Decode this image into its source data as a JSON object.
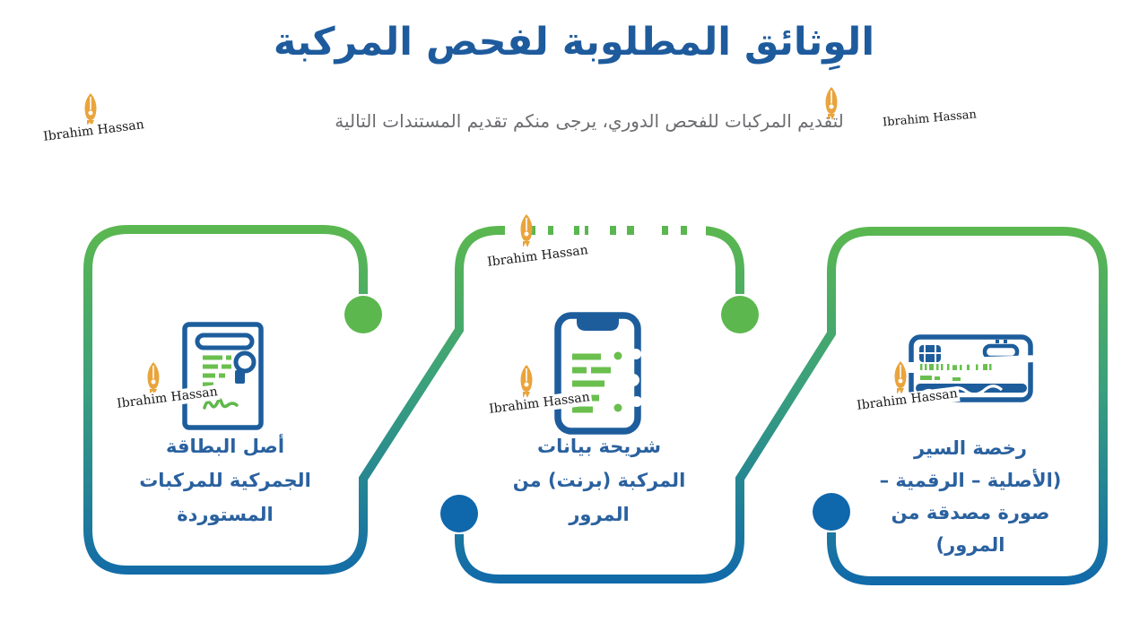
{
  "header": {
    "title": "الوِثائق المطلوبة لفحص المركبة",
    "subtitle": "لتقديم المركبات للفحص الدوري، يرجى منكم تقديم المستندات التالية"
  },
  "watermark": {
    "name": "Ibrahim Hassan"
  },
  "colors": {
    "title_blue": "#1e5b9d",
    "subtitle_gray": "#6c6d70",
    "border_green": "#5cb84e",
    "border_blue": "#0f67ac",
    "icon_blue": "#1d5d9c",
    "icon_green": "#6abf4e",
    "label_blue": "#2a619f",
    "pen_orange": "#e9a43c"
  },
  "cards": [
    {
      "icon": "customs-document-stamp-icon",
      "lines": [
        "أصل البطاقة",
        "الجمركية للمركبات",
        "المستوردة"
      ]
    },
    {
      "icon": "vehicle-data-chip-phone-icon",
      "lines": [
        "شريحة بيانات",
        "المركبة (برنت) من",
        "المرور"
      ]
    },
    {
      "icon": "driving-license-card-icon",
      "lines": [
        "رخصة السير",
        "(الأصلية – الرقمية –",
        "صورة مصدقة من",
        "المرور)"
      ]
    }
  ]
}
